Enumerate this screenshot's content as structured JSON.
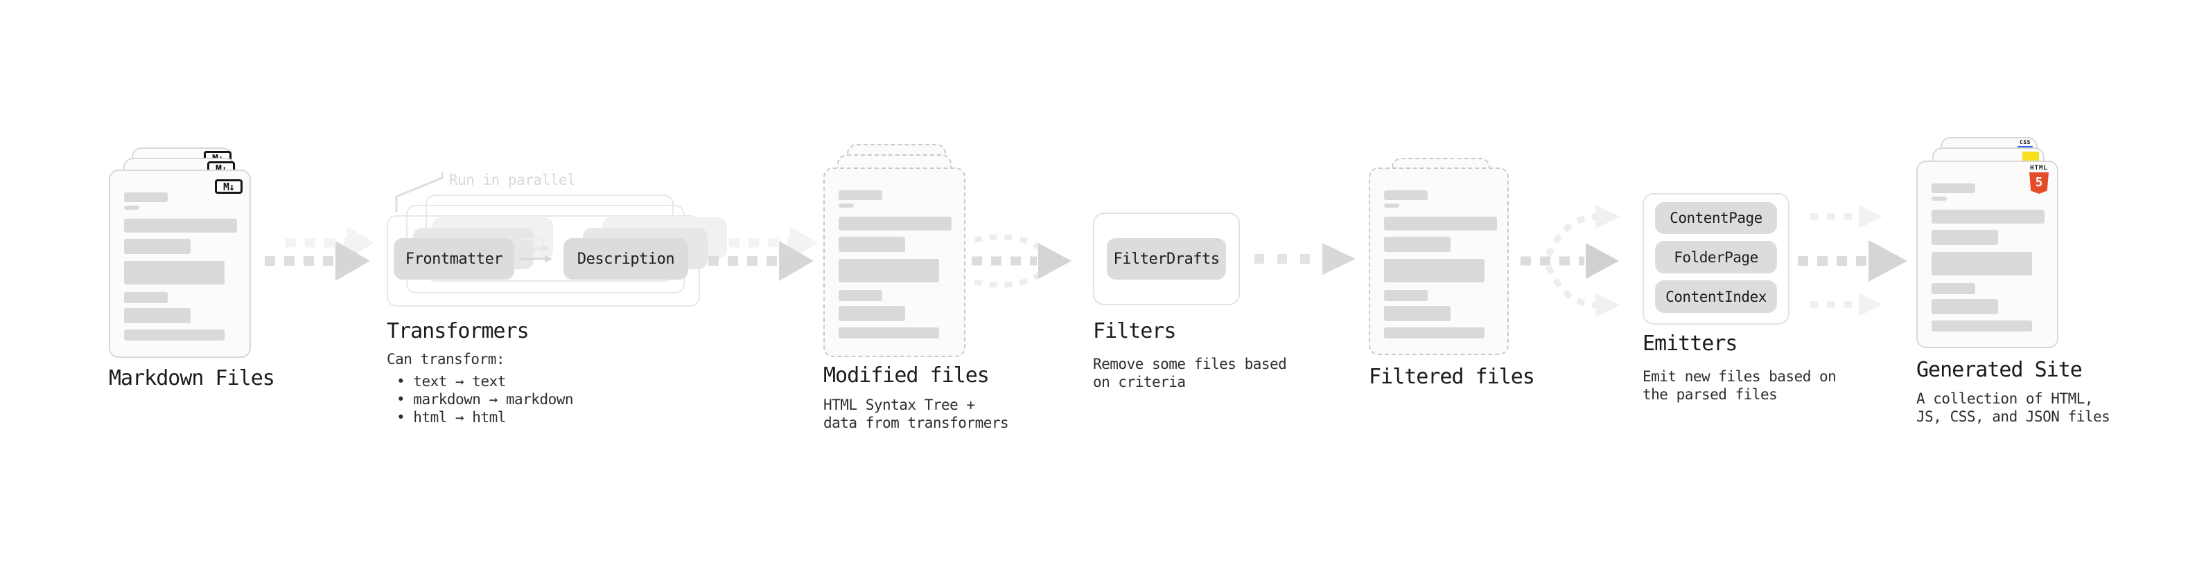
{
  "colors": {
    "html5_orange": "#e44d26",
    "js_yellow": "#f7df1e",
    "css_blue": "#2962ef"
  },
  "diagram": {
    "stage_markdown": {
      "title": "Markdown Files",
      "file_badge": "M↓"
    },
    "stage_transformers": {
      "annotation": "Run in parallel",
      "node_a": "Frontmatter",
      "node_b": "Description",
      "title": "Transformers",
      "subtitle_heading": "Can transform:",
      "bullets": [
        "text → text",
        "markdown → markdown",
        "html → html"
      ]
    },
    "stage_modified": {
      "title": "Modified files",
      "subtitle_line1": "HTML Syntax Tree +",
      "subtitle_line2": "data from transformers"
    },
    "stage_filters": {
      "title": "Filters",
      "node": "FilterDrafts",
      "subtitle_line1": "Remove some files based",
      "subtitle_line2": "on criteria"
    },
    "stage_filtered": {
      "title": "Filtered files"
    },
    "stage_emitters": {
      "title": "Emitters",
      "node_1": "ContentPage",
      "node_2": "FolderPage",
      "node_3": "ContentIndex",
      "subtitle_line1": "Emit new files based on",
      "subtitle_line2": "the parsed files"
    },
    "stage_generated": {
      "title": "Generated Site",
      "subtitle_line1": "A collection of HTML,",
      "subtitle_line2": "JS, CSS, and JSON files",
      "css_badge": "CSS",
      "html_badge_label": "HTML",
      "html_badge_number": "5"
    }
  }
}
